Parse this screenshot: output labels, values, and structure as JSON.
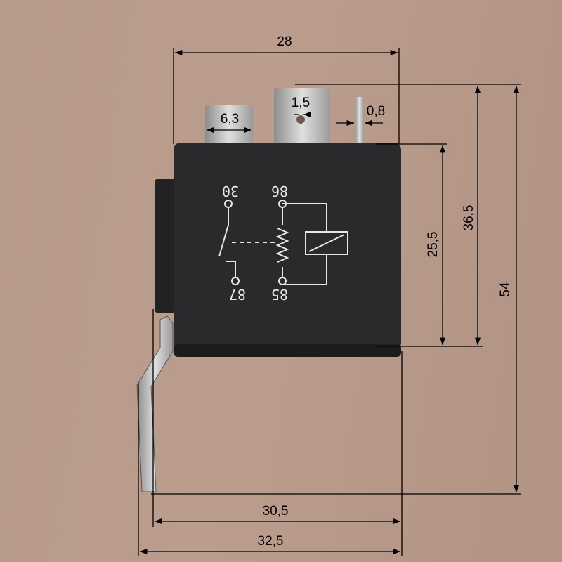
{
  "dimensions": {
    "body_width_top": "28",
    "pin_gap": "1,5",
    "pin_width": "6,3",
    "pin_thickness": "0,8",
    "height_with_pins": "36,5",
    "body_height": "25,5",
    "total_height": "54",
    "body_width_bottom": "30,5",
    "total_width": "32,5"
  },
  "relay_labels": {
    "pin_30": "30",
    "pin_86": "86",
    "pin_87": "87",
    "pin_85": "85"
  },
  "colors": {
    "background": "#b7998a",
    "relay_body": "#2a2a2c",
    "metal": "#c9c9c9"
  }
}
